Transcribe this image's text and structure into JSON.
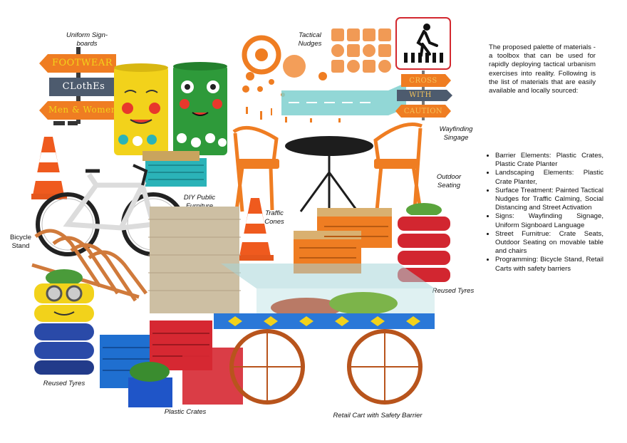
{
  "captions": {
    "uniform_signboards": "Uniform Sign-\nboards",
    "tactical_nudges": "Tactical\nNudges",
    "wayfinding": "Wayfinding\nSingage",
    "outdoor_seating": "Outdoor\nSeating",
    "diy_furniture": "DIY Public\nFurniture",
    "traffic_cones": "Traffic\nCones",
    "bicycle_stand": "Bicycle\nStand",
    "reused_tyres_left": "Reused Tyres",
    "reused_tyres_right": "Reused Tyres",
    "plastic_crates": "Plastic Crates",
    "retail_cart": "Retail Cart with Safety Barrier"
  },
  "signboards": {
    "line1": "FOOTWEAR",
    "line2": "CLothEs",
    "line3": "Men & Women"
  },
  "wayfinding_signs": {
    "line1": "CROSS",
    "line2": "WITH",
    "line3": "CAUTION"
  },
  "intro": "The proposed palette of materials - a toolbox that can be used for rapidly deploying tactical urbanism exercises into reality. Following is the list of materials that are easily available and locally sourced:",
  "materials": [
    "Barrier Elements: Plastic Crates, Plastic Crate Planter",
    "Landscaping Elements: Plastic Crate Planter,",
    "Surface Treatment: Painted Tactical Nudges for Traffic Calming, Social Distancing and Street Activation",
    "Signs: Wayfinding Signage, Uniform Signboard Language",
    "Street Furnitrue: Crate Seats, Outdoor Seating on movable table and chairs",
    "Programming: Bicycle Stand, Retail Carts with safety barriers"
  ],
  "colors": {
    "orange": "#ef7d22",
    "green": "#2e9a3a",
    "yellow": "#f2d21b",
    "slate": "#4d5b6e",
    "teal": "#2bb3b8",
    "red": "#c81f2a",
    "blue": "#2a55b8"
  }
}
